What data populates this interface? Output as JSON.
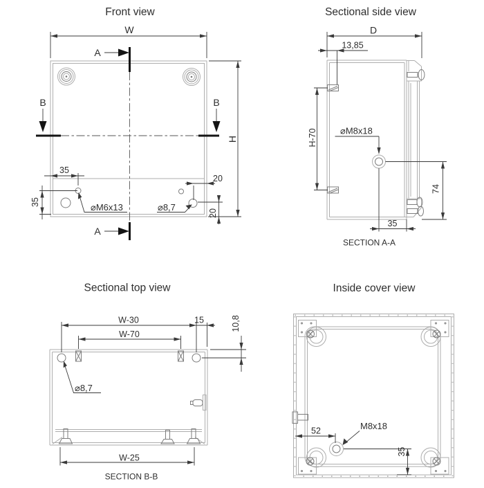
{
  "colors": {
    "model_line": "#adadad",
    "model_dark": "#7d7d7d",
    "dim_line": "#3a3a3a",
    "section_line": "#141414",
    "text_color": "#2e2e2e"
  },
  "views": {
    "front": {
      "title": "Front view",
      "dim_w": "W",
      "dim_h": "H",
      "cut_a": "A",
      "cut_b": "B",
      "dim_35_top": "35",
      "dim_35_left": "35",
      "dim_20_h": "20",
      "dim_20_v": "20",
      "label_m6": "⌀M6x13",
      "label_87": "⌀8,7"
    },
    "side": {
      "title": "Sectional side view",
      "dim_d": "D",
      "dim_1385": "13,85",
      "dim_h70": "H-70",
      "label_m8": "⌀M8x18",
      "dim_74": "74",
      "dim_35": "35",
      "section": "SECTION A-A"
    },
    "top": {
      "title": "Sectional top view",
      "dim_w30": "W-30",
      "dim_w70": "W-70",
      "dim_15": "15",
      "dim_108": "10,8",
      "label_87": "⌀8,7",
      "dim_w25": "W-25",
      "section": "SECTION B-B"
    },
    "cover": {
      "title": "Inside cover view",
      "dim_52": "52",
      "label_m8": "M8x18",
      "dim_35": "35"
    }
  }
}
